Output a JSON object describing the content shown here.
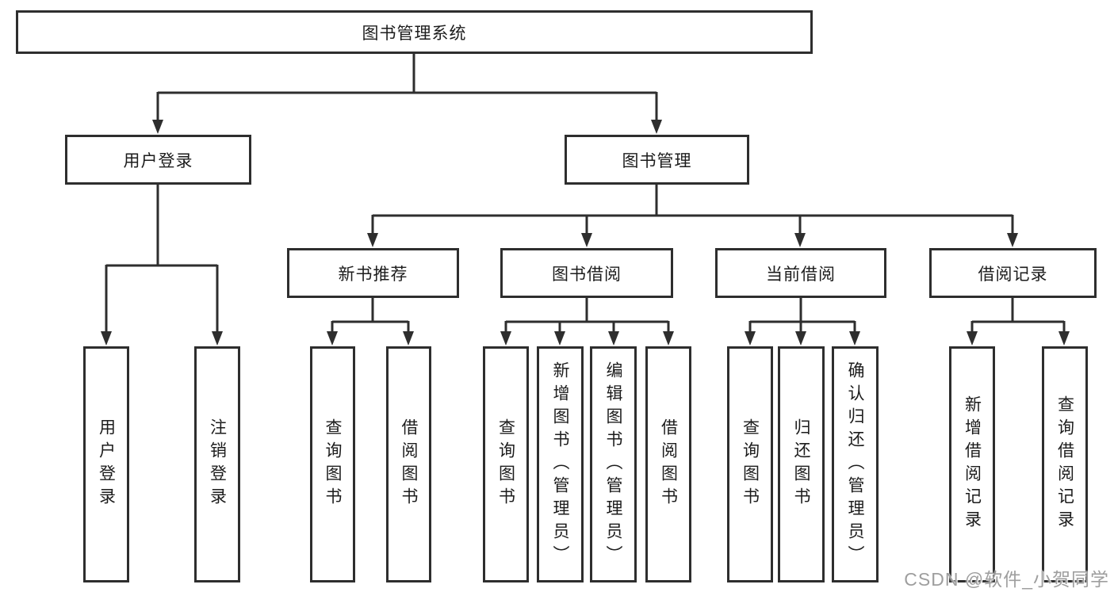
{
  "diagram_title": "图书管理系统",
  "tree": {
    "root": {
      "label": "图书管理系统",
      "children": [
        {
          "label": "用户登录",
          "children": [
            {
              "label": "用户登录"
            },
            {
              "label": "注销登录"
            }
          ]
        },
        {
          "label": "图书管理",
          "children": [
            {
              "label": "新书推荐",
              "children": [
                {
                  "label": "查询图书"
                },
                {
                  "label": "借阅图书"
                }
              ]
            },
            {
              "label": "图书借阅",
              "children": [
                {
                  "label": "查询图书"
                },
                {
                  "label": "新增图书（管理员）"
                },
                {
                  "label": "编辑图书（管理员）"
                },
                {
                  "label": "借阅图书"
                }
              ]
            },
            {
              "label": "当前借阅",
              "children": [
                {
                  "label": "查询图书"
                },
                {
                  "label": "归还图书"
                },
                {
                  "label": "确认归还（管理员）"
                }
              ]
            },
            {
              "label": "借阅记录",
              "children": [
                {
                  "label": "新增借阅记录"
                },
                {
                  "label": "查询借阅记录"
                }
              ]
            }
          ]
        }
      ]
    }
  },
  "watermark": {
    "text": "CSDN @软件_小贺同学"
  },
  "colors": {
    "line": "#2e2e2e",
    "box_border": "#2e2e2e",
    "box_background": "#ffffff",
    "text": "#1c1c1c",
    "watermark": "#9e9e9e"
  }
}
